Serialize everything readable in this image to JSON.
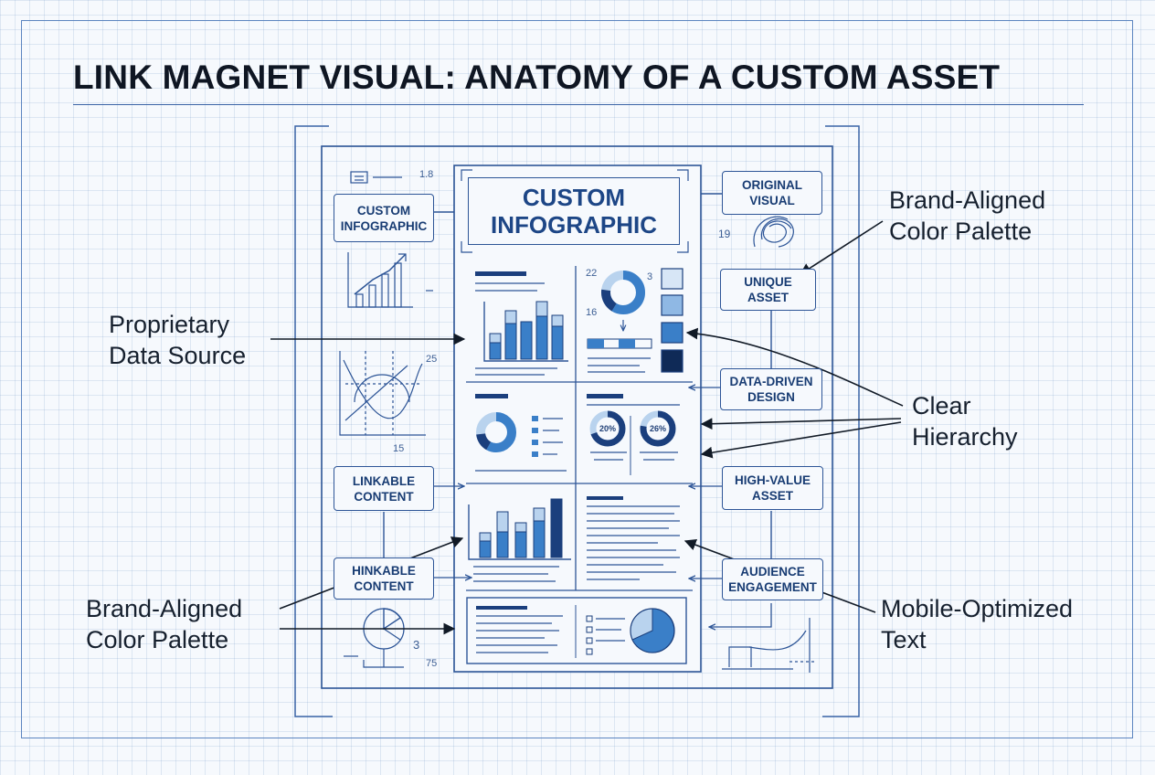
{
  "title": "LINK MAGNET VISUAL: ANATOMY OF A CUSTOM ASSET",
  "infographic": {
    "header": "CUSTOM\nINFOGRAPHIC",
    "donut_labels": [
      "20%",
      "26%"
    ],
    "small_numbers": [
      "22",
      "3",
      "16"
    ]
  },
  "tags": {
    "custom_infographic": "CUSTOM\nINFOGRAPHIC",
    "original_visual": "ORIGINAL\nVISUAL",
    "unique_asset": "UNIQUE\nASSET",
    "data_driven_design": "DATA-DRIVEN\nDESIGN",
    "linkable_content": "LINKABLE\nCONTENT",
    "hinkable_content": "HINKABLE\nCONTENT",
    "high_value_asset": "HIGH-VALUE\nASSET",
    "audience_engagement": "AUDIENCE\nENGAGEMENT"
  },
  "annotations": {
    "brand_color_top": "Brand-Aligned\nColor Palette",
    "proprietary_data": "Proprietary\nData Source",
    "clear_hierarchy": "Clear\nHierarchy",
    "brand_color_bottom": "Brand-Aligned\nColor Palette",
    "mobile_text": "Mobile-Optimized\nText"
  },
  "sketch_numbers": [
    "1.8",
    "19",
    "25",
    "15",
    "3",
    "75"
  ],
  "colors": {
    "ink": "#16202e",
    "line": "#2d5597",
    "fill_dark": "#1b3f7d",
    "fill_mid": "#3a7fc8",
    "fill_light": "#b9d3ee",
    "grid": "#5a82be"
  }
}
